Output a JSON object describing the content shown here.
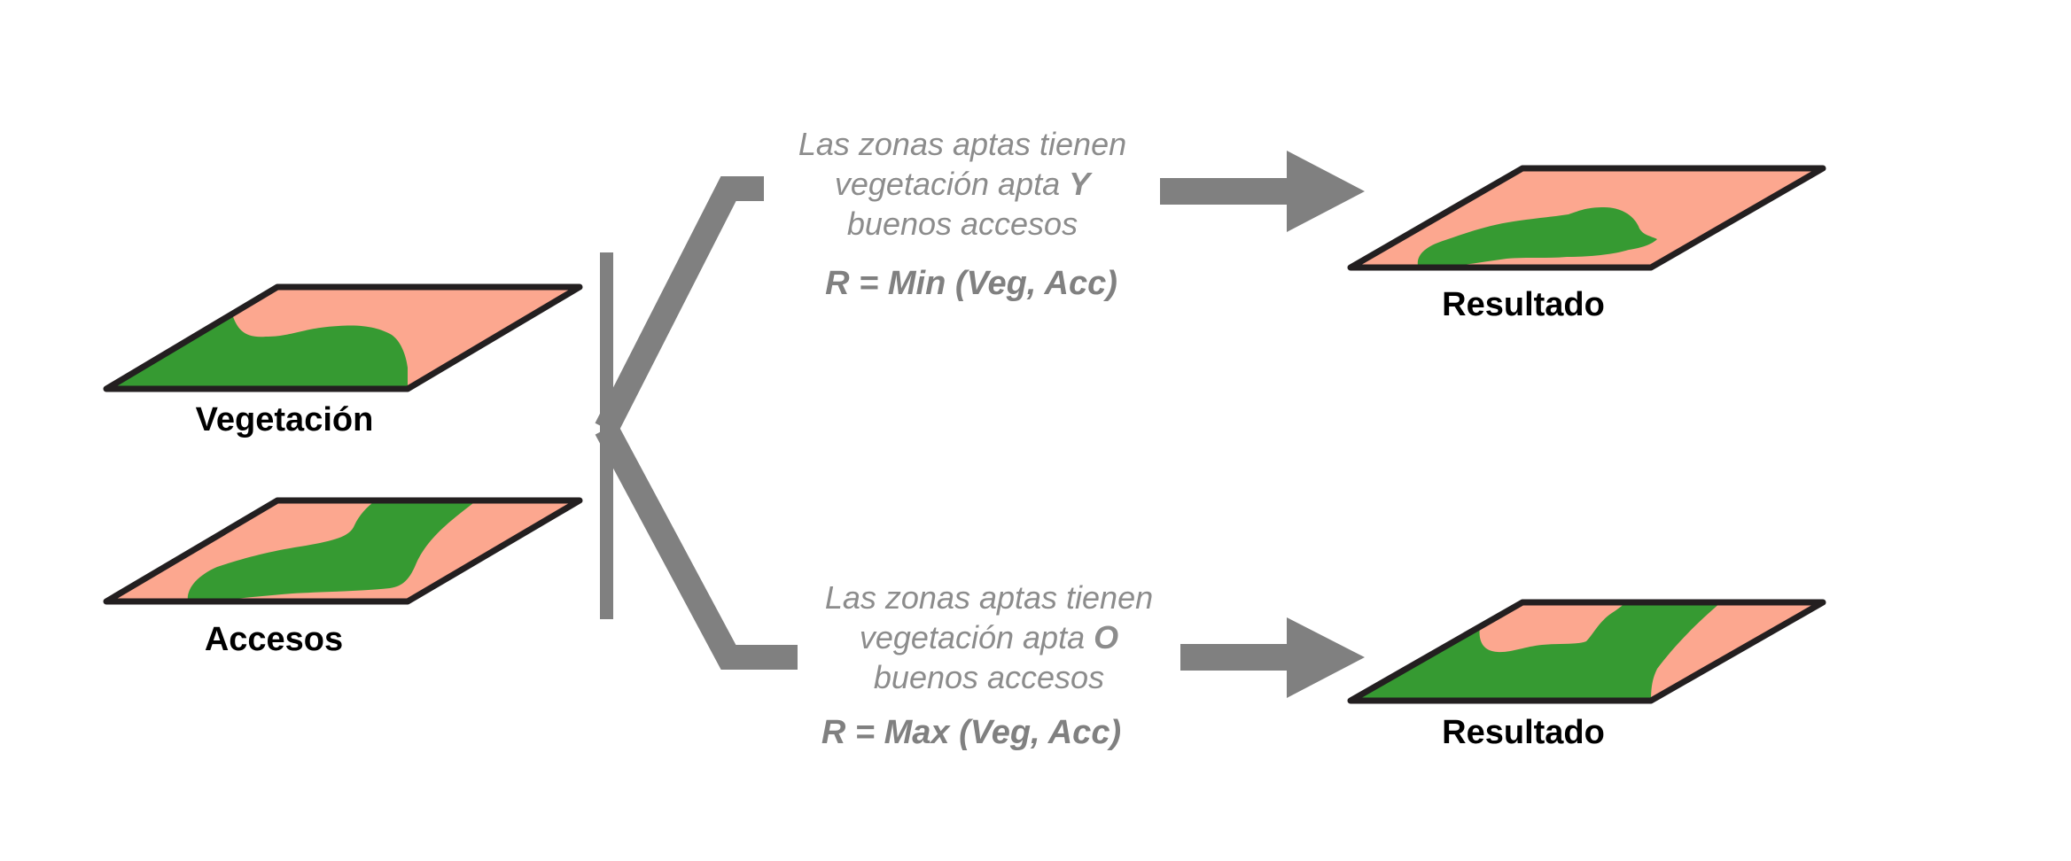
{
  "colors": {
    "background_fill": "#FCA78F",
    "green_fill": "#369A32",
    "map_outline": "#231F20",
    "connector_gray": "#808080",
    "text_gray": "#8C8C8C",
    "label_black": "#000000"
  },
  "layers": {
    "vegetation": {
      "label": "Vegetación"
    },
    "access": {
      "label": "Accesos"
    }
  },
  "operations": {
    "min": {
      "line1": "Las zonas aptas tienen",
      "line2_prefix": "vegetación apta ",
      "operator": "Y",
      "line3": "buenos accesos",
      "formula": "R = Min (Veg, Acc)",
      "result_label": "Resultado"
    },
    "max": {
      "line1": "Las zonas aptas tienen",
      "line2_prefix": "vegetación apta ",
      "operator": "O",
      "line3": "buenos accesos",
      "formula": "R = Max (Veg, Acc)",
      "result_label": "Resultado"
    }
  }
}
